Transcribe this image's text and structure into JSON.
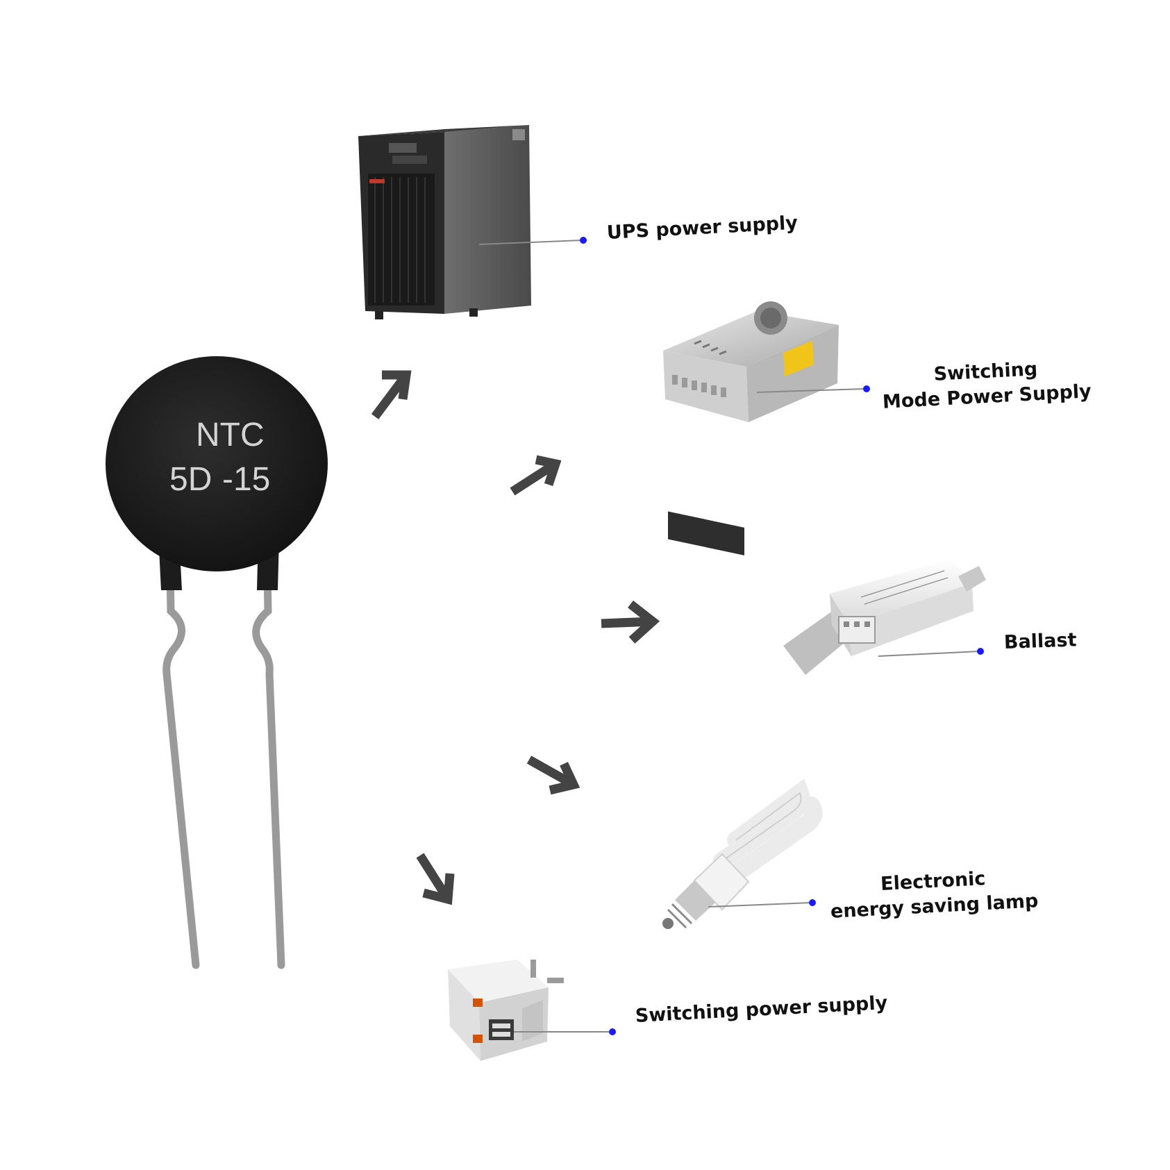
{
  "component": {
    "marking_line1": "NTC",
    "marking_line2": "5D",
    "marking_line3": "-15"
  },
  "applications": {
    "ups": {
      "label": "UPS power supply"
    },
    "smps": {
      "label_line1": "Switching",
      "label_line2": "Mode Power Supply"
    },
    "ballast": {
      "label": "Ballast"
    },
    "lamp": {
      "label_line1": "Electronic",
      "label_line2": "energy saving lamp"
    },
    "sps": {
      "label": "Switching power supply"
    }
  },
  "colors": {
    "leader_dot": "#1a1aff",
    "arrow": "#444444",
    "body": "#1e1e1e"
  }
}
